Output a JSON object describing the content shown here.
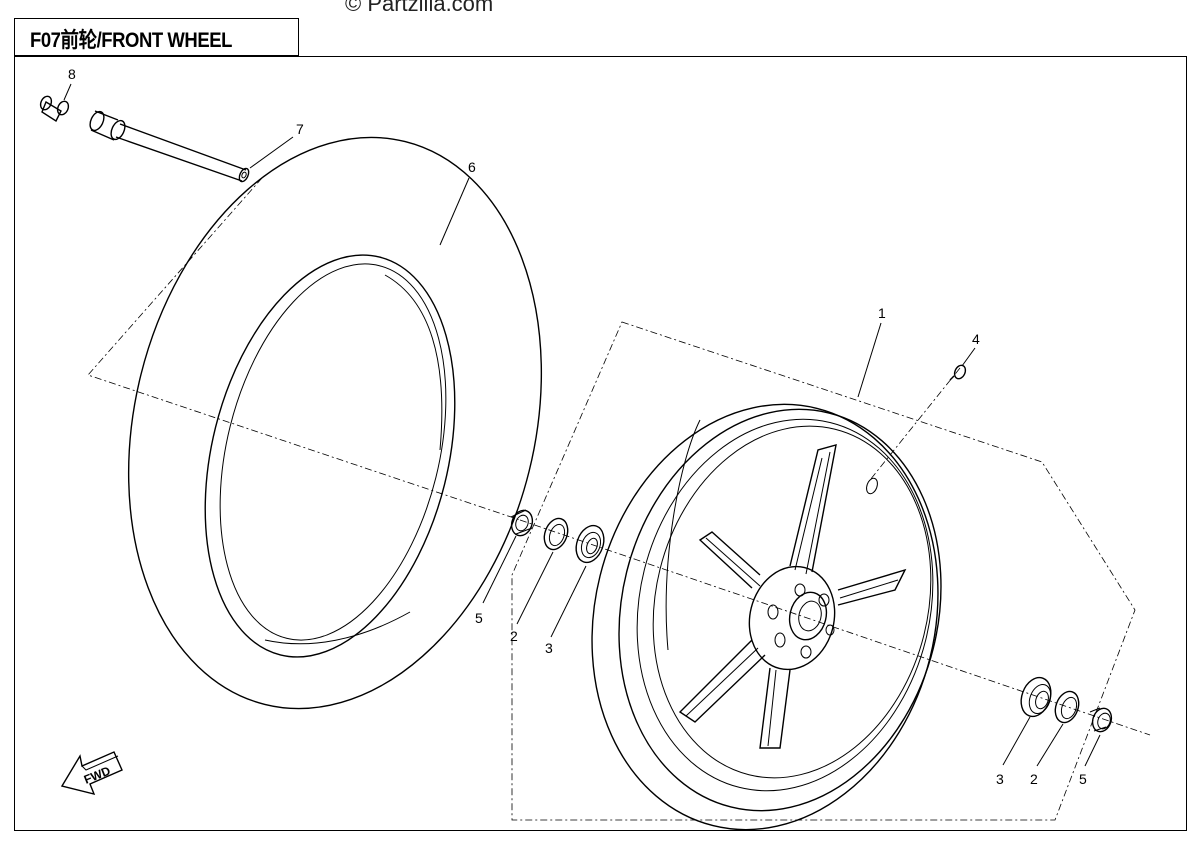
{
  "watermark": "© Partzilla.com",
  "title": "F07前轮/FRONT WHEEL",
  "fwd_label": "FWD",
  "callouts": {
    "c1": "1",
    "c2a": "2",
    "c2b": "2",
    "c3a": "3",
    "c3b": "3",
    "c4": "4",
    "c5a": "5",
    "c5b": "5",
    "c6": "6",
    "c7": "7",
    "c8": "8"
  }
}
